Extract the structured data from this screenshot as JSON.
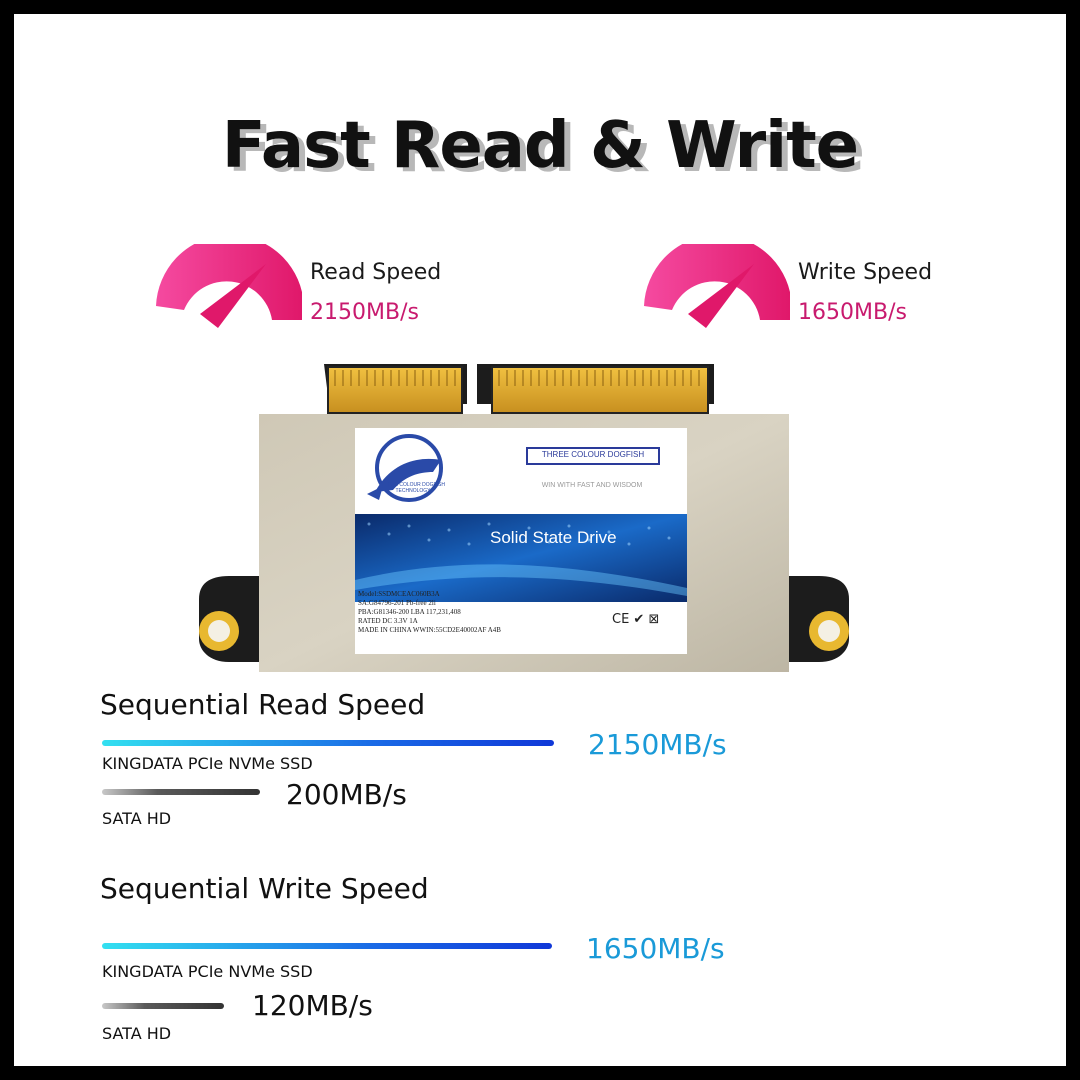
{
  "title": "Fast Read & Write",
  "metrics": {
    "read": {
      "label": "Read Speed",
      "value": "2150MB/s"
    },
    "write": {
      "label": "Write Speed",
      "value": "1650MB/s"
    }
  },
  "product": {
    "brand": "THREE COLOUR DOGFISH",
    "slogan": "WIN WITH FAST AND WISDOM",
    "product_name": "Solid State Drive",
    "logo_text": "THREE COLOUR DOGFISH TECHNOLOGY",
    "spec_lines": [
      "Model:SSDMCEAC060B3A",
      "SA:G84796-201   Pb-free 2li",
      "PBA:G81346-200   LBA 117,231,408",
      "RATED DC 3.3V 1A",
      "MADE IN CHINA   WWIN:55CD2E40002AF  A4B"
    ],
    "cert_marks": "CE ✔ ⊠"
  },
  "sequential_read": {
    "title": "Sequential Read Speed",
    "fast_value": "2150MB/s",
    "fast_label": "KINGDATA PCIe NVMe SSD",
    "slow_value": "200MB/s",
    "slow_label": "SATA HD"
  },
  "sequential_write": {
    "title": "Sequential Write Speed",
    "fast_value": "1650MB/s",
    "fast_label": "KINGDATA PCIe NVMe SSD",
    "slow_value": "120MB/s",
    "slow_label": "SATA HD"
  },
  "colors": {
    "accent_pink": "#c81a6e",
    "accent_blue": "#1a9ad8",
    "gauge_gradient": [
      "#f02a8c",
      "#e01a6a"
    ]
  }
}
